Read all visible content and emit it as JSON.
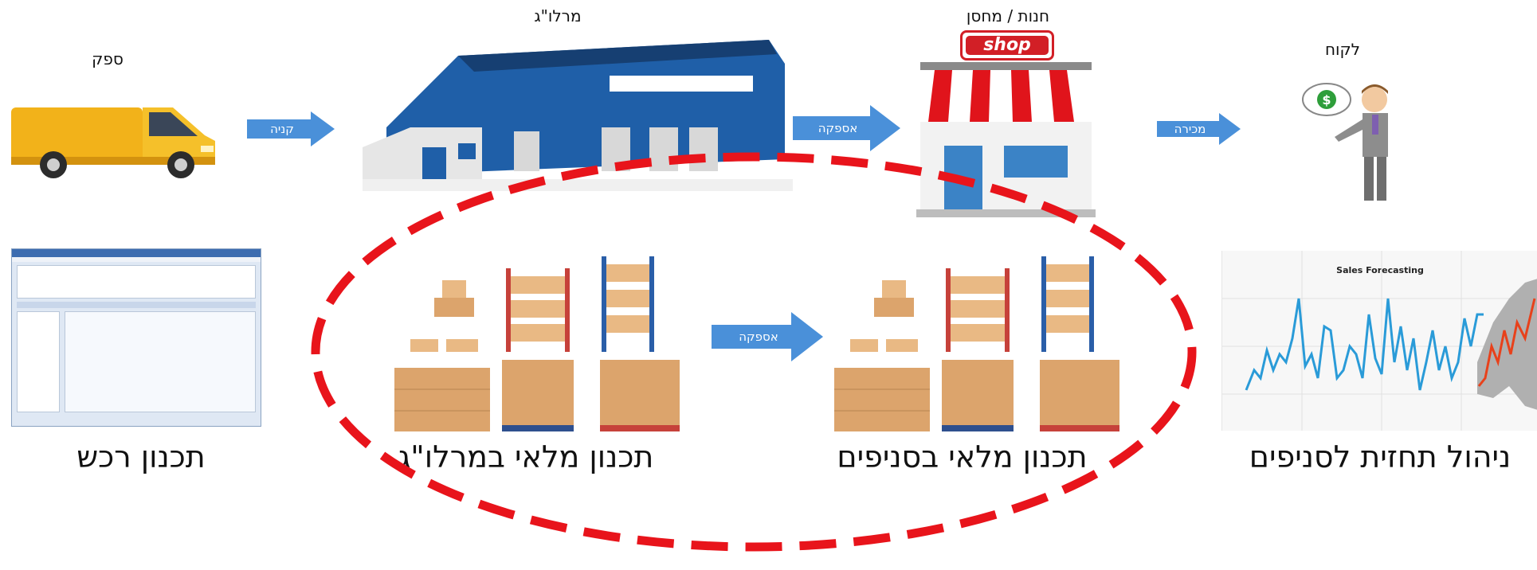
{
  "top": {
    "supplier_label": "ספק",
    "dc_label": "מרלו\"ג",
    "store_label": "חנות / מחסן",
    "customer_label": "לקוח",
    "store_sign": "shop"
  },
  "arrows": {
    "purchase": "קניה",
    "supply_top": "אספקה",
    "sale": "מכירה",
    "supply_middle": "אספקה"
  },
  "bottom": {
    "procurement_planning": "תכנון רכש",
    "dc_inventory_planning": "תכנון מלאי במרלו\"ג",
    "branch_inventory_planning": "תכנון מלאי בסניפים",
    "branch_forecast_management": "ניהול תחזית לסניפים"
  },
  "forecast_chart": {
    "title": "Sales Forecasting"
  },
  "colors": {
    "arrow_blue": "#4a90d9",
    "ellipse_red": "#e8141b",
    "forecast_line": "#2a9bd8",
    "forecast_red": "#e8411b"
  }
}
